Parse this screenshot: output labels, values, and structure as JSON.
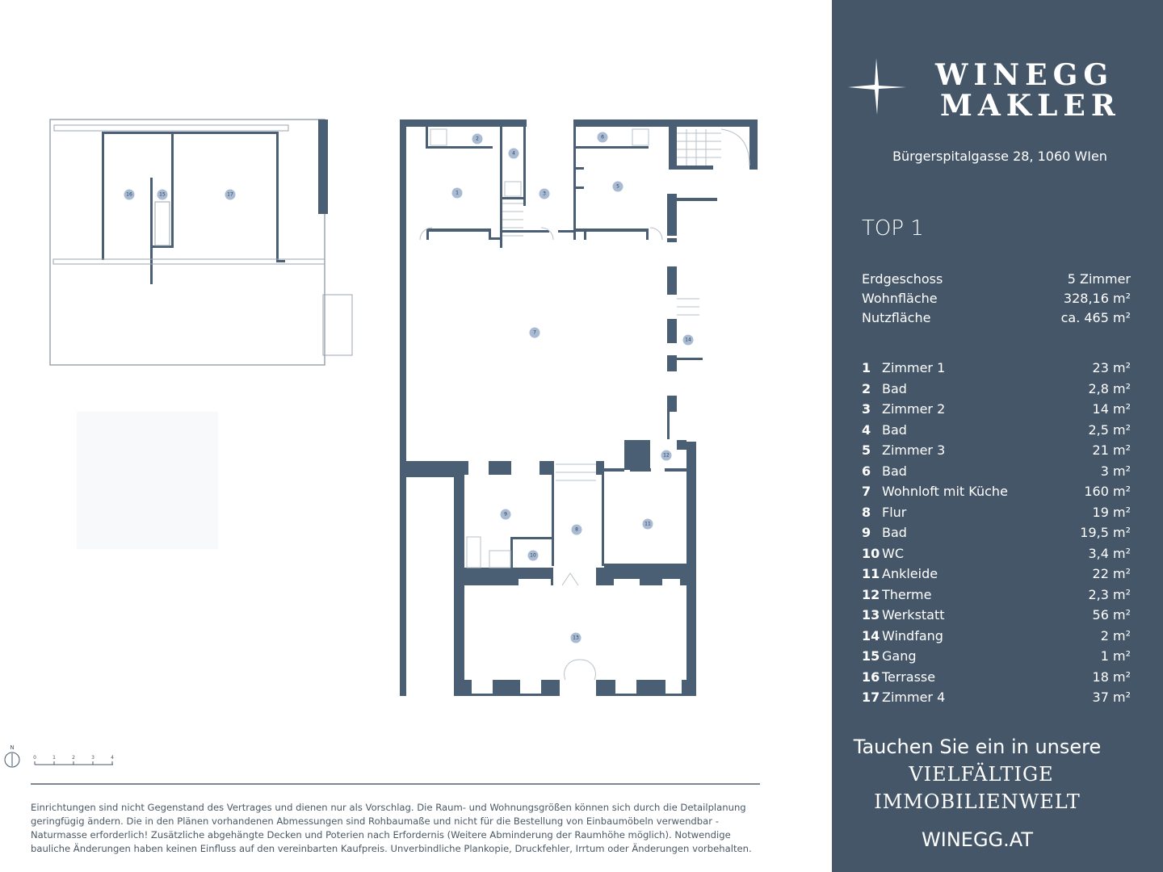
{
  "brand": {
    "line1": "WINEGG",
    "line2": "MAKLER"
  },
  "address": "Bürgerspitalgasse 28, 1060 WIen",
  "unit_title": "TOP 1",
  "summary": [
    {
      "label": "Erdgeschoss",
      "value": "5 Zimmer"
    },
    {
      "label": "Wohnfläche",
      "value": "328,16 m²"
    },
    {
      "label": "Nutzfläche",
      "value": "ca. 465 m²"
    }
  ],
  "rooms": [
    {
      "num": "1",
      "name": "Zimmer 1",
      "area": "23 m²"
    },
    {
      "num": "2",
      "name": "Bad",
      "area": "2,8 m²"
    },
    {
      "num": "3",
      "name": "Zimmer 2",
      "area": "14 m²"
    },
    {
      "num": "4",
      "name": "Bad",
      "area": "2,5 m²"
    },
    {
      "num": "5",
      "name": "Zimmer 3",
      "area": "21 m²"
    },
    {
      "num": "6",
      "name": "Bad",
      "area": "3 m²"
    },
    {
      "num": "7",
      "name": "Wohnloft mit Küche",
      "area": "160 m²"
    },
    {
      "num": "8",
      "name": "Flur",
      "area": "19 m²"
    },
    {
      "num": "9",
      "name": "Bad",
      "area": "19,5 m²"
    },
    {
      "num": "10",
      "name": "WC",
      "area": "3,4 m²"
    },
    {
      "num": "11",
      "name": "Ankleide",
      "area": "22 m²"
    },
    {
      "num": "12",
      "name": "Therme",
      "area": "2,3 m²"
    },
    {
      "num": "13",
      "name": "Werkstatt",
      "area": "56 m²"
    },
    {
      "num": "14",
      "name": "Windfang",
      "area": "2 m²"
    },
    {
      "num": "15",
      "name": "Gang",
      "area": "1 m²"
    },
    {
      "num": "16",
      "name": "Terrasse",
      "area": "18 m²"
    },
    {
      "num": "17",
      "name": "Zimmer 4",
      "area": "37 m²"
    }
  ],
  "tagline": {
    "line1": "Tauchen Sie ein in unsere",
    "line2": "VIELFÄLTIGE",
    "line3": "IMMOBILIENWELT"
  },
  "website": "WINEGG.AT",
  "plan": {
    "north_label": "N",
    "scale_ticks": [
      "0",
      "1",
      "2",
      "3",
      "4"
    ],
    "markers": [
      "1",
      "2",
      "3",
      "4",
      "5",
      "6",
      "7",
      "8",
      "9",
      "10",
      "11",
      "12",
      "13",
      "14",
      "16",
      "15",
      "17"
    ],
    "colors": {
      "wall": "#4b5f74",
      "marker": "#a9bad3",
      "panel": "#455668"
    }
  },
  "disclaimer": "Einrichtungen sind nicht Gegenstand des Vertrages und dienen nur als Vorschlag. Die Raum- und Wohnungsgrößen können sich durch die Detailplanung geringfügig ändern. Die in den Plänen vorhandenen Abmessungen sind Rohbaumaße und nicht für die Bestellung von Einbaumöbeln verwendbar - Naturmasse erforderlich! Zusätzliche abgehängte Decken und Poterien nach Erfordernis (Weitere Abminderung der Raumhöhe möglich). Notwendige bauliche Änderungen haben keinen Einfluss auf den vereinbarten Kaufpreis. Unverbindliche Plankopie, Druckfehler, Irrtum oder Änderungen vorbehalten."
}
